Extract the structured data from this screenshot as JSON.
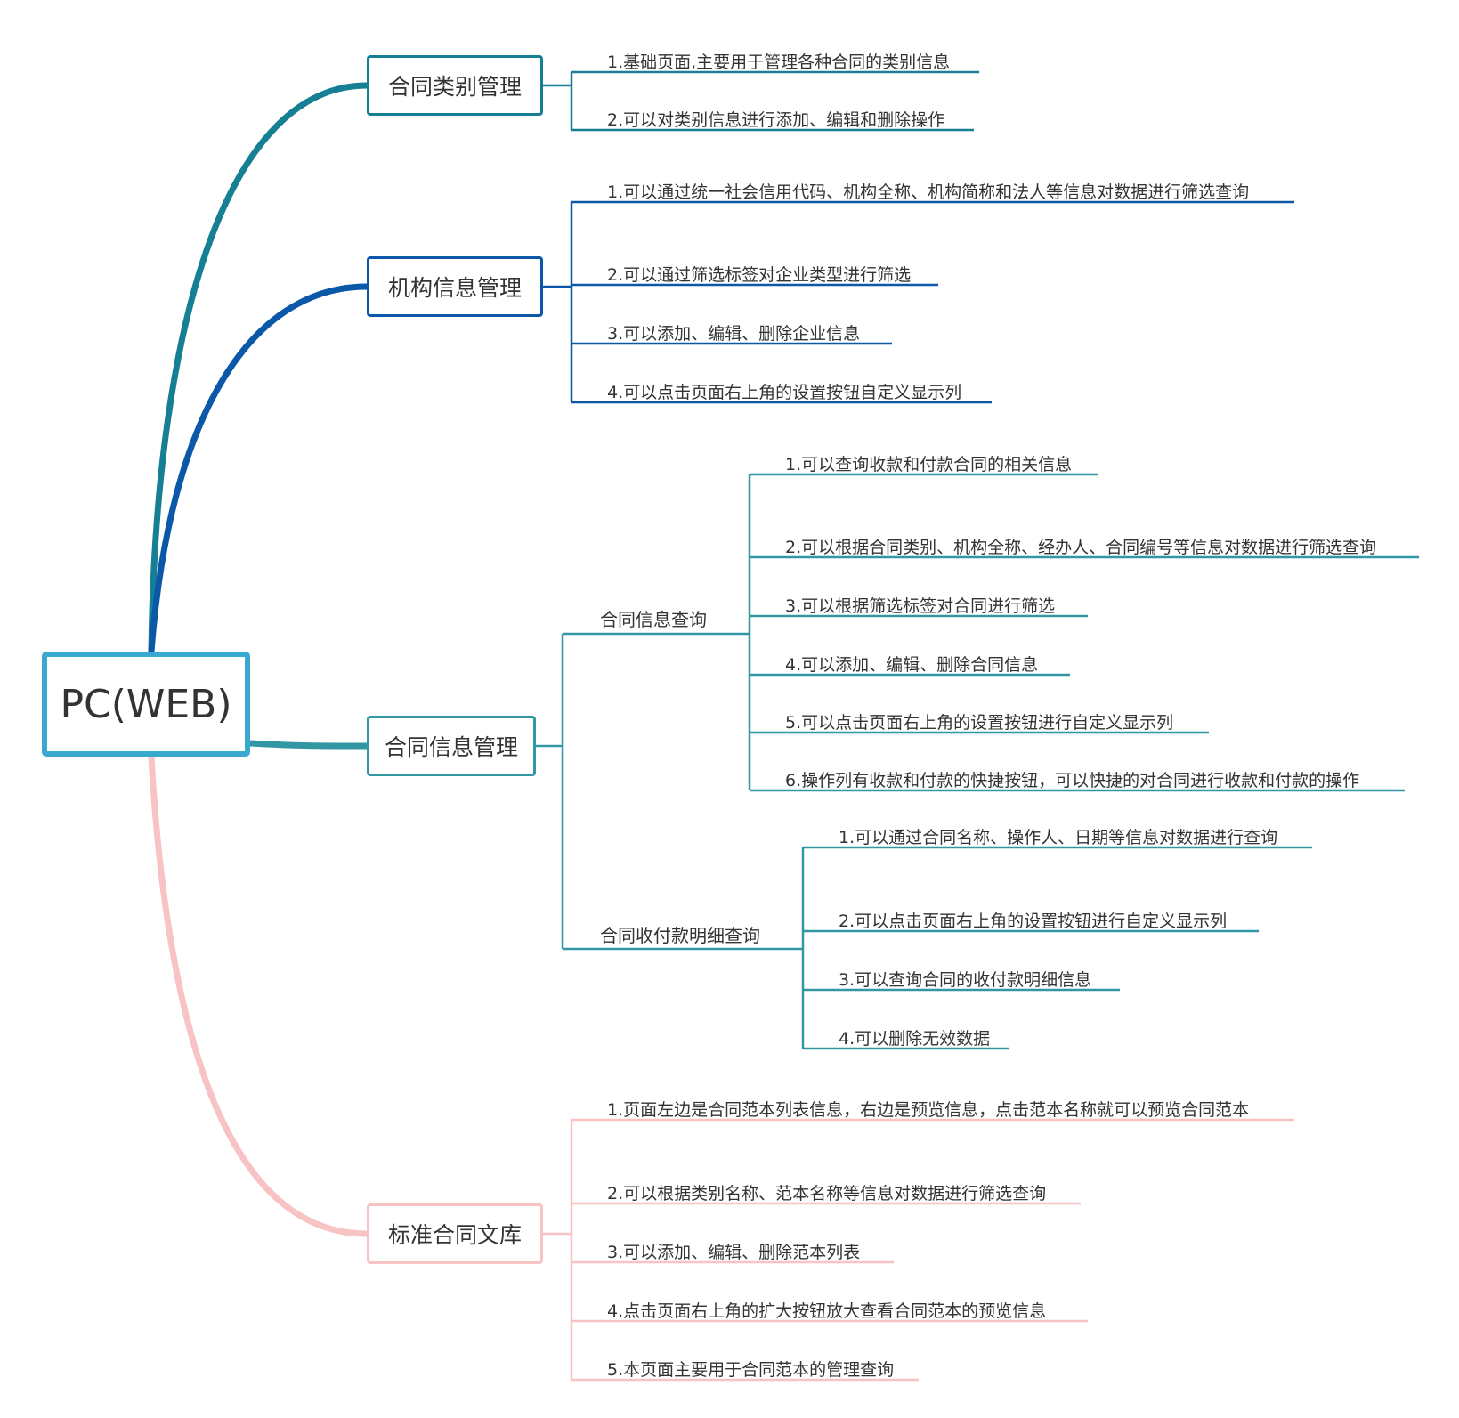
{
  "root": {
    "label": "PC(WEB)",
    "color": "#3aa9d0"
  },
  "branches": [
    {
      "label": "合同类别管理",
      "color": "#177f94",
      "items": [
        "1.基础页面,主要用于管理各种合同的类别信息",
        "2.可以对类别信息进行添加、编辑和删除操作"
      ]
    },
    {
      "label": "机构信息管理",
      "color": "#0c58a8",
      "items": [
        "1.可以通过统一社会信用代码、机构全称、机构简称和法人等信息对数据进行筛选查询",
        "2.可以通过筛选标签对企业类型进行筛选",
        "3.可以添加、编辑、删除企业信息",
        "4.可以点击页面右上角的设置按钮自定义显示列"
      ]
    },
    {
      "label": "合同信息管理",
      "color": "#3397a3",
      "subs": [
        {
          "label": "合同信息查询",
          "items": [
            "1.可以查询收款和付款合同的相关信息",
            "2.可以根据合同类别、机构全称、经办人、合同编号等信息对数据进行筛选查询",
            "3.可以根据筛选标签对合同进行筛选",
            "4.可以添加、编辑、删除合同信息",
            "5.可以点击页面右上角的设置按钮进行自定义显示列",
            "6.操作列有收款和付款的快捷按钮，可以快捷的对合同进行收款和付款的操作"
          ]
        },
        {
          "label": "合同收付款明细查询",
          "items": [
            "1.可以通过合同名称、操作人、日期等信息对数据进行查询",
            "2.可以点击页面右上角的设置按钮进行自定义显示列",
            "3.可以查询合同的收付款明细信息",
            "4.可以删除无效数据"
          ]
        }
      ]
    },
    {
      "label": "标准合同文库",
      "color": "#f7c3c4",
      "items": [
        "1.页面左边是合同范本列表信息，右边是预览信息，点击范本名称就可以预览合同范本",
        "2.可以根据类别名称、范本名称等信息对数据进行筛选查询",
        "3.可以添加、编辑、删除范本列表",
        "4.点击页面右上角的扩大按钮放大查看合同范本的预览信息",
        "5.本页面主要用于合同范本的管理查询"
      ]
    }
  ]
}
